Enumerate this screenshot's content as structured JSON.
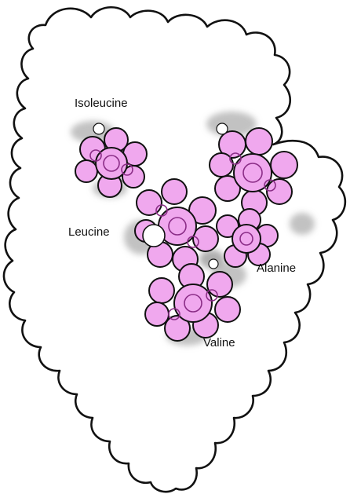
{
  "colors": {
    "protein_fill": "#ffffff",
    "outline": "#111111",
    "residue": "#f0a8ee",
    "shadow": "#8f8f8f"
  },
  "labels": {
    "isoleucine": "Isoleucine",
    "leucine": "Leucine",
    "alanine": "Alanine",
    "valine": "Valine"
  }
}
